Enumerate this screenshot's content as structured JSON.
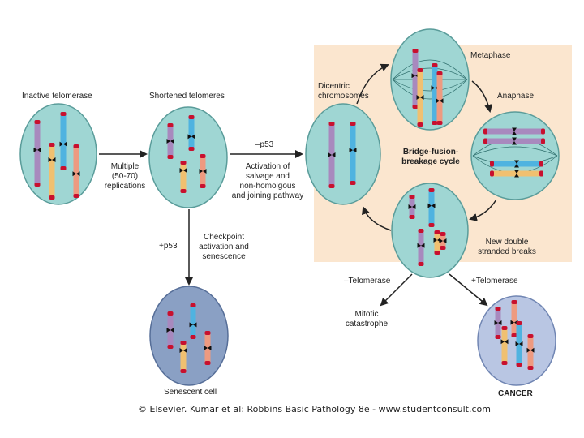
{
  "colors": {
    "panel_bg": "#fbe6cf",
    "cell_fill": "#9fd6d3",
    "cell_stroke": "#5a9c9a",
    "senescent_fill": "#8aa0c4",
    "cancer_fill": "#b9c6e3",
    "telomere": "#c8102e",
    "purple": "#a889be",
    "blue": "#4fb3e0",
    "orange": "#f0c070",
    "salmon": "#ee9a80",
    "centromere": "#111111"
  },
  "stages": {
    "inactive_telomerase": "Inactive telomerase",
    "shortened_telomeres": "Shortened telomeres",
    "senescent_cell": "Senescent cell",
    "cancer": "CANCER"
  },
  "arrows": {
    "multiple_replications": [
      "Multiple",
      "(50-70)",
      "replications"
    ],
    "minus_p53": "–p53",
    "activation_pathway": [
      "Activation of",
      "salvage and",
      "non-homolgous",
      "and joining pathway"
    ],
    "plus_p53": "+p53",
    "checkpoint": [
      "Checkpoint",
      "activation and",
      "senescence"
    ],
    "minus_telomerase": "–Telomerase",
    "plus_telomerase": "+Telomerase",
    "mitotic_catastrophe": [
      "Mitotic",
      "catastrophe"
    ]
  },
  "cycle": {
    "title": [
      "Bridge-fusion-",
      "breakage cycle"
    ],
    "dicentric": [
      "Dicentric",
      "chromosomes"
    ],
    "metaphase": "Metaphase",
    "anaphase": "Anaphase",
    "new_breaks": [
      "New double",
      "stranded breaks"
    ]
  },
  "caption": "© Elsevier. Kumar et al: Robbins Basic Pathology 8e - www.studentconsult.com"
}
